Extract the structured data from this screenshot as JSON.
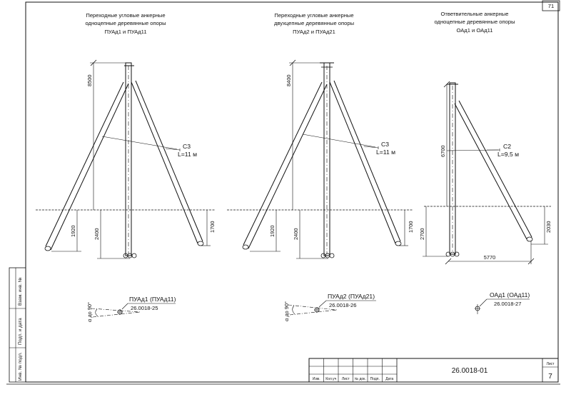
{
  "sheet": {
    "page_number": "71",
    "document_code": "26.0018-01",
    "sheet_label": "Лист",
    "sheet_number": "7"
  },
  "title_block_columns": [
    "Изм.",
    "Кол.уч",
    "Лист",
    "№ док.",
    "Подп.",
    "Дата"
  ],
  "side_stamp": [
    "Взам. инв. №",
    "Подп. и дата",
    "Инв. № подл."
  ],
  "supports": [
    {
      "title_lines": [
        "Переходные угловые анкерные",
        "одноцепные деревянные опоры",
        "ПУАд1 и ПУАд11"
      ],
      "height_dim": "8500",
      "brace_label": "С3",
      "brace_length": "L=11 м",
      "dims_below": [
        "1920",
        "2400",
        "1700"
      ],
      "plan_angle": "α до 90°",
      "plan_mark": "ПУАд1 (ПУАд11)",
      "plan_ref": "26.0018-25"
    },
    {
      "title_lines": [
        "Переходные угловые анкерные",
        "двухцепные деревянные опоры",
        "ПУАд2 и ПУАд21"
      ],
      "height_dim": "8400",
      "brace_label": "С3",
      "brace_length": "L=11 м",
      "dims_below": [
        "1920",
        "2400",
        "1700"
      ],
      "plan_angle": "α до 90°",
      "plan_mark": "ПУАд2 (ПУАд21)",
      "plan_ref": "26.0018-26"
    },
    {
      "title_lines": [
        "Ответвительные анкерные",
        "одноцепные деревянные опоры",
        "ОАд1 и ОАд11"
      ],
      "height_dim": "6700",
      "brace_label": "С2",
      "brace_length": "L=9,5 м",
      "dims_below": [
        "2700",
        "2030"
      ],
      "horizontal_dim": "5770",
      "plan_mark": "ОАд1 (ОАд11)",
      "plan_ref": "26.0018-27"
    }
  ]
}
